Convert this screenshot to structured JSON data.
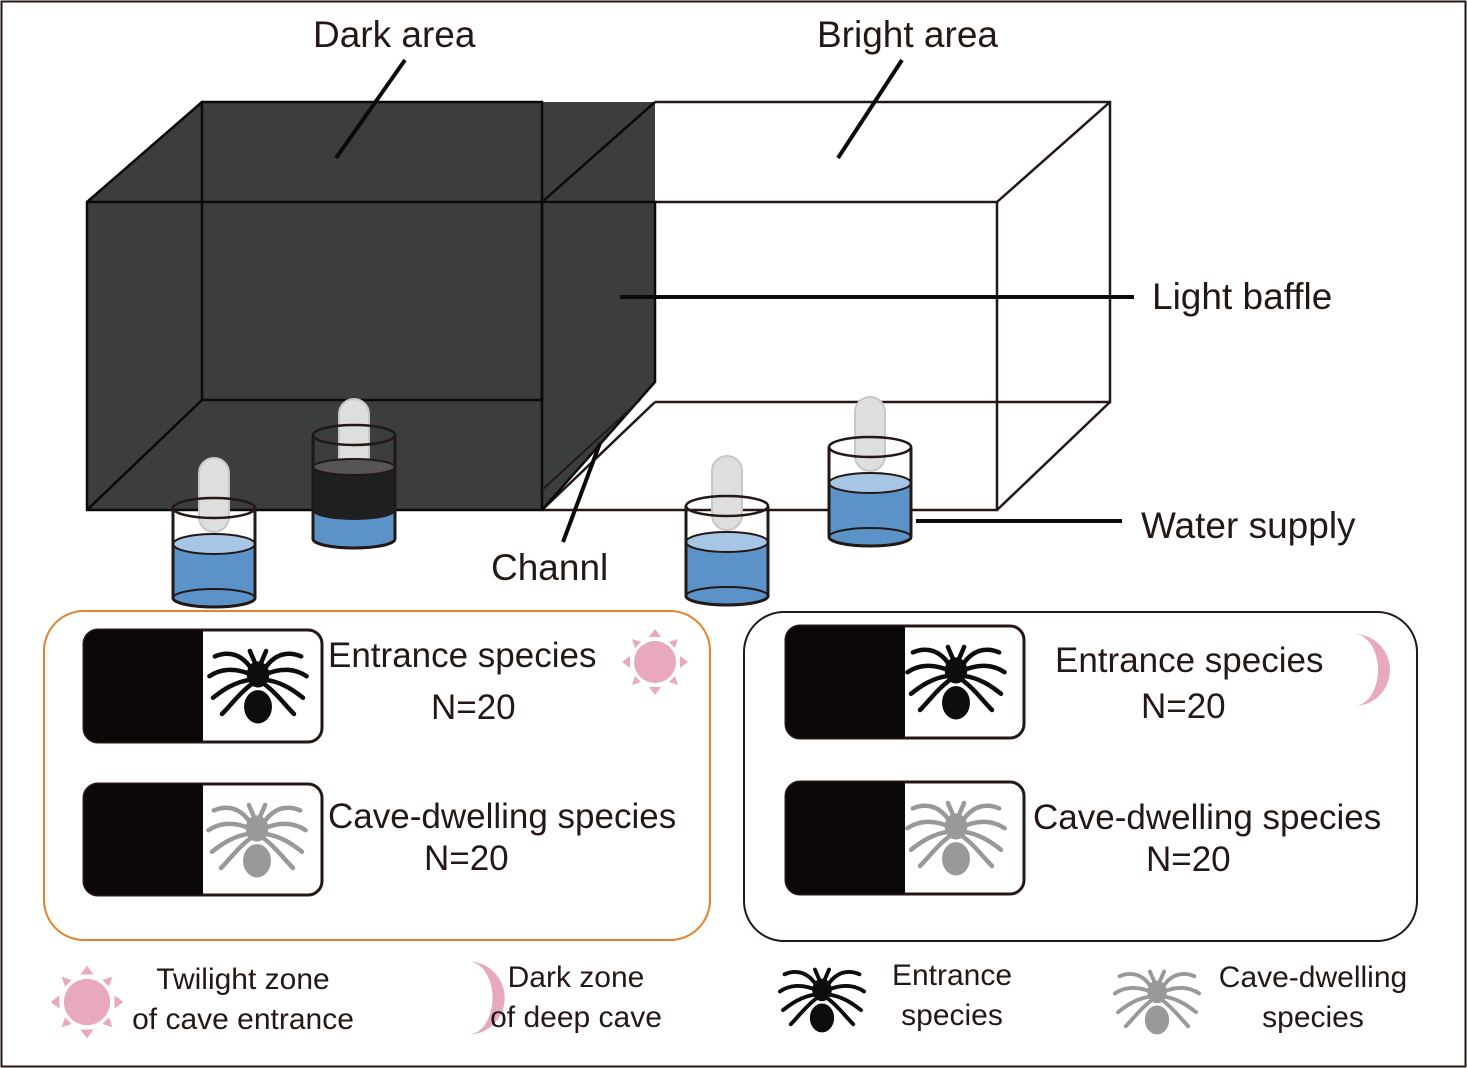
{
  "apparatus": {
    "dark_area_label": "Dark area",
    "bright_area_label": "Bright area",
    "light_baffle_label": "Light baffle",
    "water_supply_label": "Water supply",
    "channel_label": "Channl"
  },
  "groups": [
    {
      "zone": "twilight",
      "rows": [
        {
          "species": "Entrance species",
          "n": "N=20"
        },
        {
          "species": "Cave-dwelling species",
          "n": "N=20"
        }
      ]
    },
    {
      "zone": "dark",
      "rows": [
        {
          "species": "Entrance species",
          "n": "N=20"
        },
        {
          "species": "Cave-dwelling species",
          "n": "N=20"
        }
      ]
    }
  ],
  "legend": {
    "twilight_line1": "Twilight zone",
    "twilight_line2": "of cave entrance",
    "dark_line1": "Dark zone",
    "dark_line2": "of deep cave",
    "entrance_line1": "Entrance",
    "entrance_line2": "species",
    "cave_line1": "Cave-dwelling",
    "cave_line2": "species"
  },
  "colors": {
    "dark_box": "#3c3d3f",
    "water": "#5b93c9",
    "water_top": "#a7c6e6",
    "sun": "#e8a9bd",
    "moon": "#e8a9bd",
    "entrance_spider": "#0d0d0d",
    "cave_spider": "#999999",
    "twilight_panel_border": "#e0822e",
    "dark_panel_border": "#231815"
  },
  "icons": [
    "sun-icon",
    "moon-icon",
    "spider-icon",
    "water-beaker-icon"
  ]
}
